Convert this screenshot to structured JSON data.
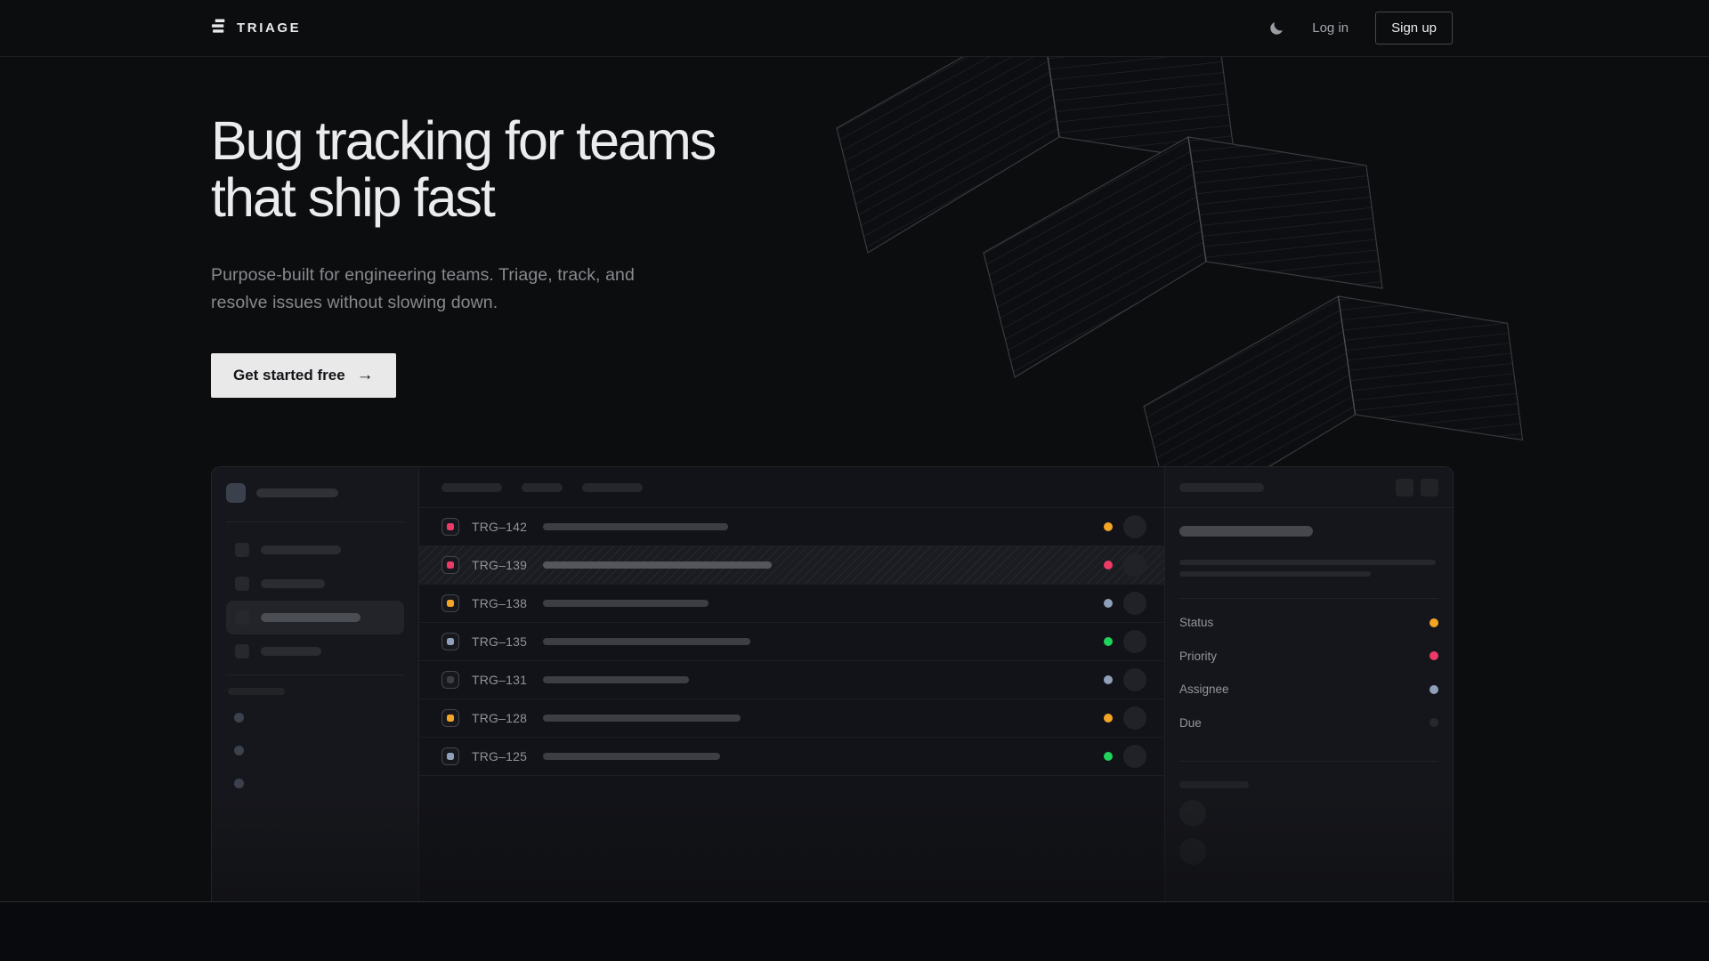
{
  "nav": {
    "brand": "TRIAGE",
    "log_in": "Log in",
    "sign_up": "Sign up",
    "icons": {
      "logo": "triage-bars-icon",
      "theme_toggle": "moon-icon"
    }
  },
  "hero": {
    "title_line1": "Bug tracking for teams",
    "title_line2": "that ship fast",
    "subtitle_line1": "Purpose-built for engineering teams. Triage, track, and",
    "subtitle_line2": "resolve issues without slowing down.",
    "cta_label": "Get started free",
    "cta_arrow": "→"
  },
  "preview": {
    "header_tab_widths": [
      68,
      46,
      68
    ],
    "sidebar": {
      "nav_items": [
        {
          "width": 90,
          "selected": false
        },
        {
          "width": 72,
          "selected": false
        },
        {
          "width": 112,
          "selected": true
        },
        {
          "width": 68,
          "selected": false
        }
      ],
      "dot_count": 3
    },
    "issues": [
      {
        "id": "TRG–142",
        "icon_color": "#ee3a66",
        "status_color": "#f5a524",
        "title_width": 208,
        "selected": false
      },
      {
        "id": "TRG–139",
        "icon_color": "#ee3a66",
        "status_color": "#ee3a66",
        "title_width": 257,
        "selected": true
      },
      {
        "id": "TRG–138",
        "icon_color": "#f5a524",
        "status_color": "#8fa0b8",
        "title_width": 186,
        "selected": false
      },
      {
        "id": "TRG–135",
        "icon_color": "#8fa0b8",
        "status_color": "#20d35c",
        "title_width": 233,
        "selected": false
      },
      {
        "id": "TRG–131",
        "icon_color": "#3a3d43",
        "status_color": "#8fa0b8",
        "title_width": 164,
        "selected": false
      },
      {
        "id": "TRG–128",
        "icon_color": "#f5a524",
        "status_color": "#f5a524",
        "title_width": 222,
        "selected": false
      },
      {
        "id": "TRG–125",
        "icon_color": "#8fa0b8",
        "status_color": "#20d35c",
        "title_width": 199,
        "selected": false
      }
    ],
    "detail": {
      "fields": [
        {
          "label": "Status",
          "dot_color": "#f5a524"
        },
        {
          "label": "Priority",
          "dot_color": "#ee3a66"
        },
        {
          "label": "Assignee",
          "dot_color": "#8fa0b8"
        },
        {
          "label": "Due",
          "dot_color": "#26282d"
        }
      ],
      "comment_avatar_count": 2
    }
  },
  "colors": {
    "amber": "#f5a524",
    "rose": "#ee3a66",
    "green": "#20d35c",
    "slate": "#8fa0b8",
    "cta_background": "#e9e9ea",
    "page_background": "#0c0d0f"
  }
}
